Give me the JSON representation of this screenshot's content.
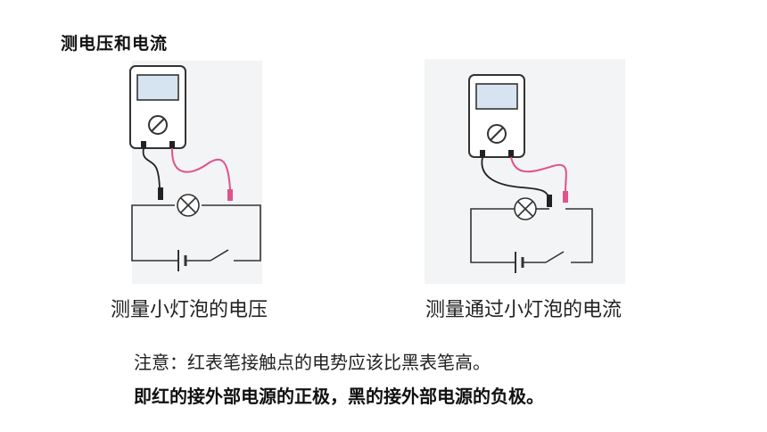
{
  "title": "测电压和电流",
  "figures": [
    {
      "caption": "测量小灯泡的电压"
    },
    {
      "caption": "测量通过小灯泡的电流"
    }
  ],
  "notes": {
    "line1": "注意：红表笔接触点的电势应该比黑表笔高。",
    "line2": "即红的接外部电源的正极，黑的接外部电源的负极。"
  },
  "colors": {
    "red_lead": "#e0528e",
    "black_lead": "#222222",
    "panel_bg": "#f2f4f5",
    "meter_screen": "#d6e3f0"
  }
}
